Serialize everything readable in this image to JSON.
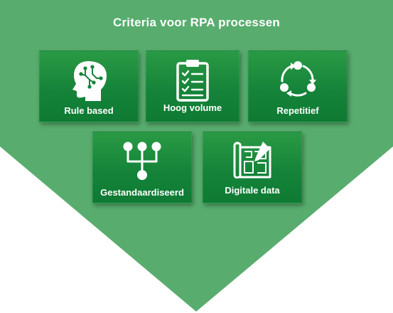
{
  "title": "Criteria voor RPA processen",
  "colors": {
    "shape_fill": "#58ad6e",
    "card_fill": "#15843a",
    "text": "#ffffff"
  },
  "cards": [
    {
      "label": "Rule based",
      "icon": "brain-head-icon"
    },
    {
      "label": "Hoog volume",
      "icon": "clipboard-checklist-icon"
    },
    {
      "label": "Repetitief",
      "icon": "cycle-arrows-icon"
    },
    {
      "label": "Gestandaardiseerd",
      "icon": "merge-tree-icon"
    },
    {
      "label": "Digitale data",
      "icon": "blueprint-pencil-icon"
    }
  ]
}
